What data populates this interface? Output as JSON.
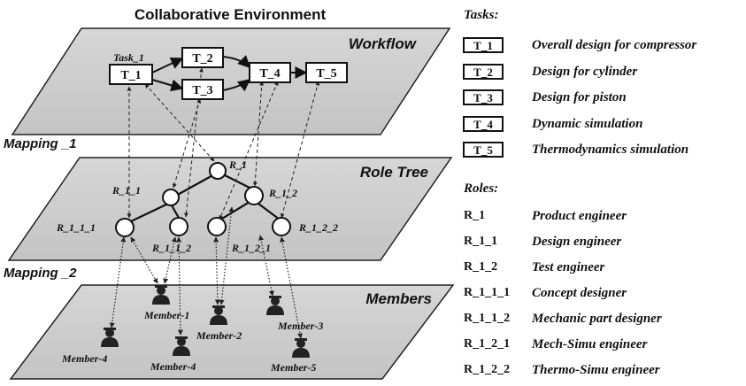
{
  "title": "Collaborative Environment",
  "planes": {
    "workflow": "Workflow",
    "role_tree": "Role Tree",
    "members": "Members"
  },
  "mappings": [
    "Mapping _1",
    "Mapping _2"
  ],
  "workflow_tasks": {
    "task_label": "Task_1",
    "t1": "T_1",
    "t2": "T_2",
    "t3": "T_3",
    "t4": "T_4",
    "t5": "T_5"
  },
  "role_nodes": {
    "r1": "R_1",
    "r11": "R_1_1",
    "r12": "R_1_2",
    "r111": "R_1_1_1",
    "r112": "R_1_1_2",
    "r121": "R_1_2_1",
    "r122": "R_1_2_2"
  },
  "member_nodes": {
    "m1": "Member-1",
    "m2": "Member-2",
    "m3": "Member-3",
    "m4a": "Member-4",
    "m4b": "Member-4",
    "m5": "Member-5"
  },
  "legend": {
    "tasks_heading": "Tasks:",
    "tasks": [
      {
        "id": "T_1",
        "desc": "Overall design for compressor"
      },
      {
        "id": "T_2",
        "desc": "Design for cylinder"
      },
      {
        "id": "T_3",
        "desc": "Design for piston"
      },
      {
        "id": "T_4",
        "desc": "Dynamic simulation"
      },
      {
        "id": "T_5",
        "desc": "Thermodynamics simulation"
      }
    ],
    "roles_heading": "Roles:",
    "roles": [
      {
        "id": "R_1",
        "desc": "Product engineer"
      },
      {
        "id": "R_1_1",
        "desc": "Design engineer"
      },
      {
        "id": "R_1_2",
        "desc": "Test engineer"
      },
      {
        "id": "R_1_1_1",
        "desc": "Concept designer"
      },
      {
        "id": "R_1_1_2",
        "desc": "Mechanic part designer"
      },
      {
        "id": "R_1_2_1",
        "desc": "Mech-Simu engineer"
      },
      {
        "id": "R_1_2_2",
        "desc": "Thermo-Simu engineer"
      }
    ]
  }
}
